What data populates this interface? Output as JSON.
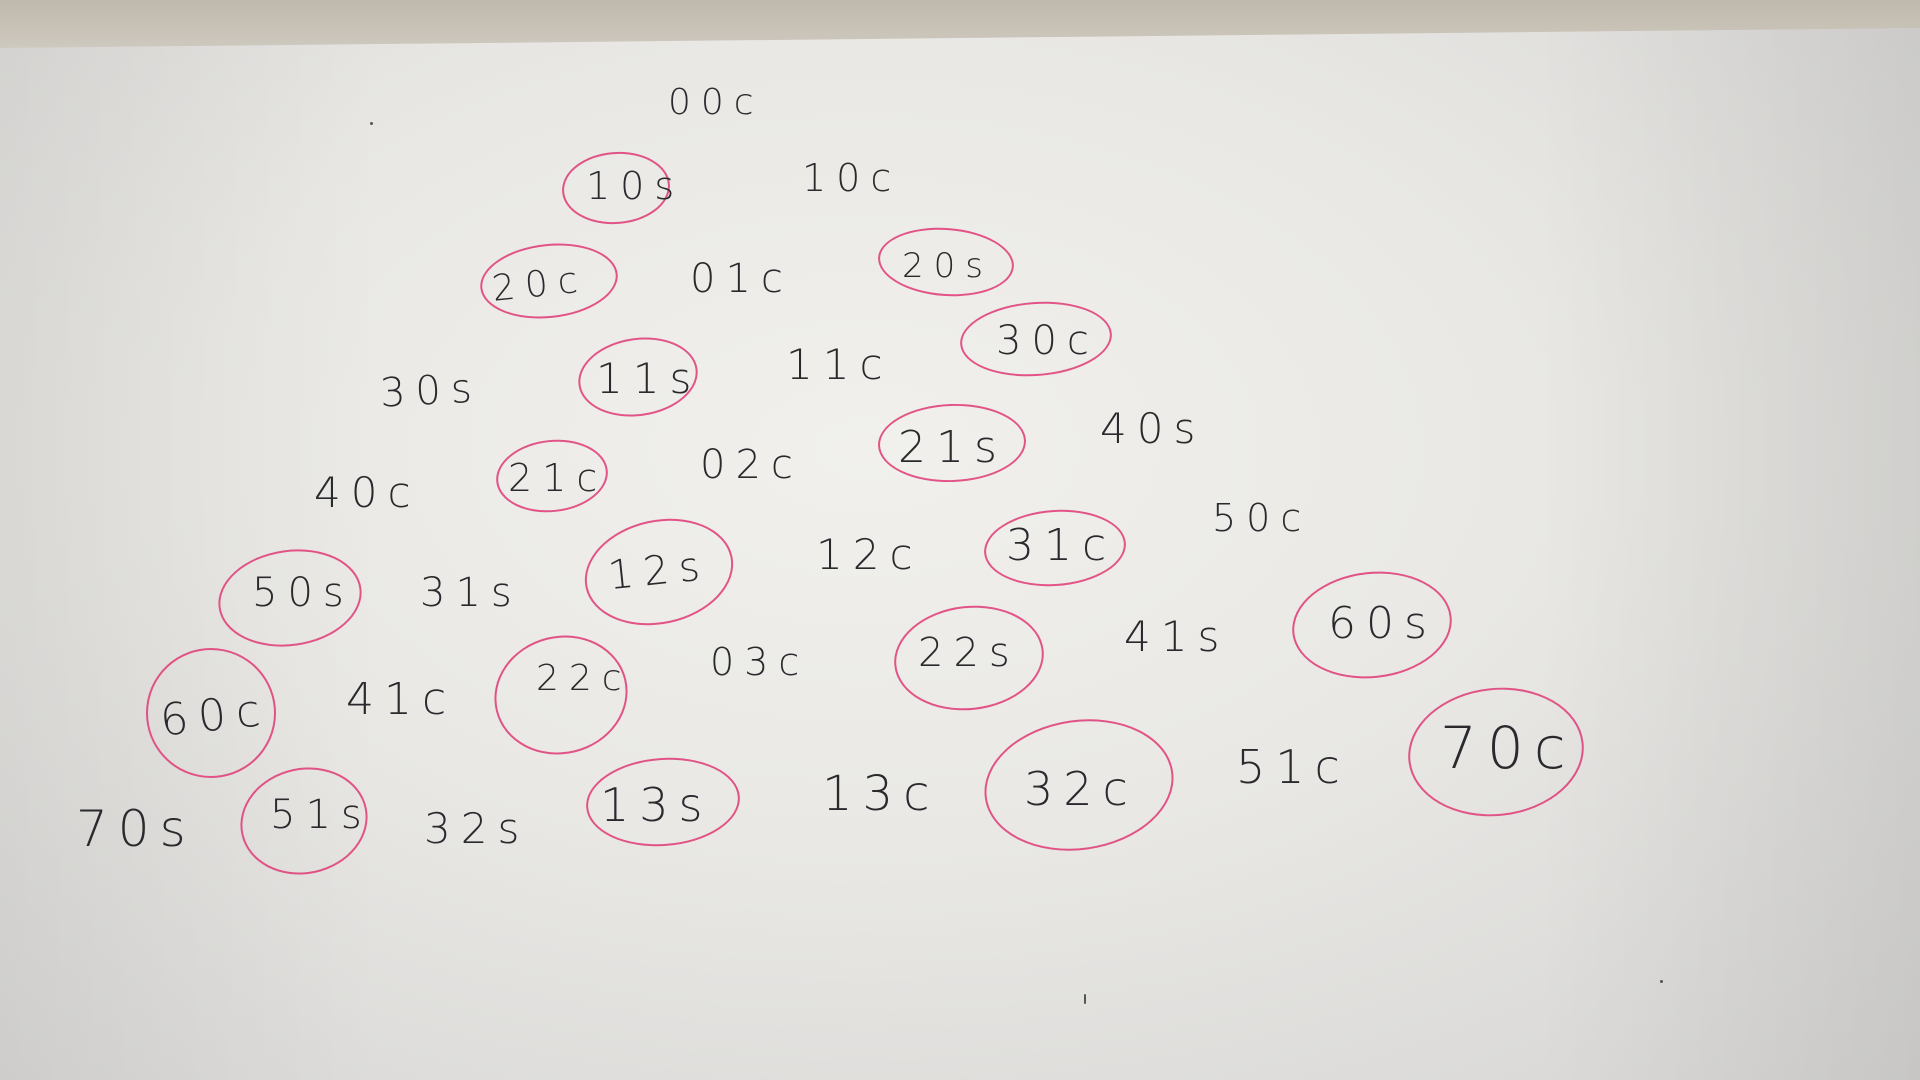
{
  "photo": {
    "description_hint": "",
    "labels": [
      {
        "text": "00c",
        "circled": false
      },
      {
        "text": "10s",
        "circled": true
      },
      {
        "text": "10c",
        "circled": false
      },
      {
        "text": "20c",
        "circled": true
      },
      {
        "text": "01c",
        "circled": false
      },
      {
        "text": "20s",
        "circled": true
      },
      {
        "text": "30s",
        "circled": false
      },
      {
        "text": "11s",
        "circled": true
      },
      {
        "text": "11c",
        "circled": false
      },
      {
        "text": "30c",
        "circled": true
      },
      {
        "text": "40c",
        "circled": false
      },
      {
        "text": "21c",
        "circled": true
      },
      {
        "text": "02c",
        "circled": false
      },
      {
        "text": "21s",
        "circled": true
      },
      {
        "text": "40s",
        "circled": false
      },
      {
        "text": "50s",
        "circled": true
      },
      {
        "text": "31s",
        "circled": false
      },
      {
        "text": "12s",
        "circled": true
      },
      {
        "text": "12c",
        "circled": false
      },
      {
        "text": "31c",
        "circled": true
      },
      {
        "text": "50c",
        "circled": false
      },
      {
        "text": "60c",
        "circled": true
      },
      {
        "text": "41c",
        "circled": false
      },
      {
        "text": "22c",
        "circled": true
      },
      {
        "text": "03c",
        "circled": false
      },
      {
        "text": "22s",
        "circled": true
      },
      {
        "text": "41s",
        "circled": false
      },
      {
        "text": "60s",
        "circled": true
      },
      {
        "text": "70s",
        "circled": false
      },
      {
        "text": "51s",
        "circled": true
      },
      {
        "text": "32s",
        "circled": false
      },
      {
        "text": "13s",
        "circled": true
      },
      {
        "text": "13c",
        "circled": false
      },
      {
        "text": "32c",
        "circled": true
      },
      {
        "text": "51c",
        "circled": false
      },
      {
        "text": "70c",
        "circled": true
      }
    ],
    "ink_color": "#2a2a2e",
    "circle_color": "#e0437c"
  }
}
